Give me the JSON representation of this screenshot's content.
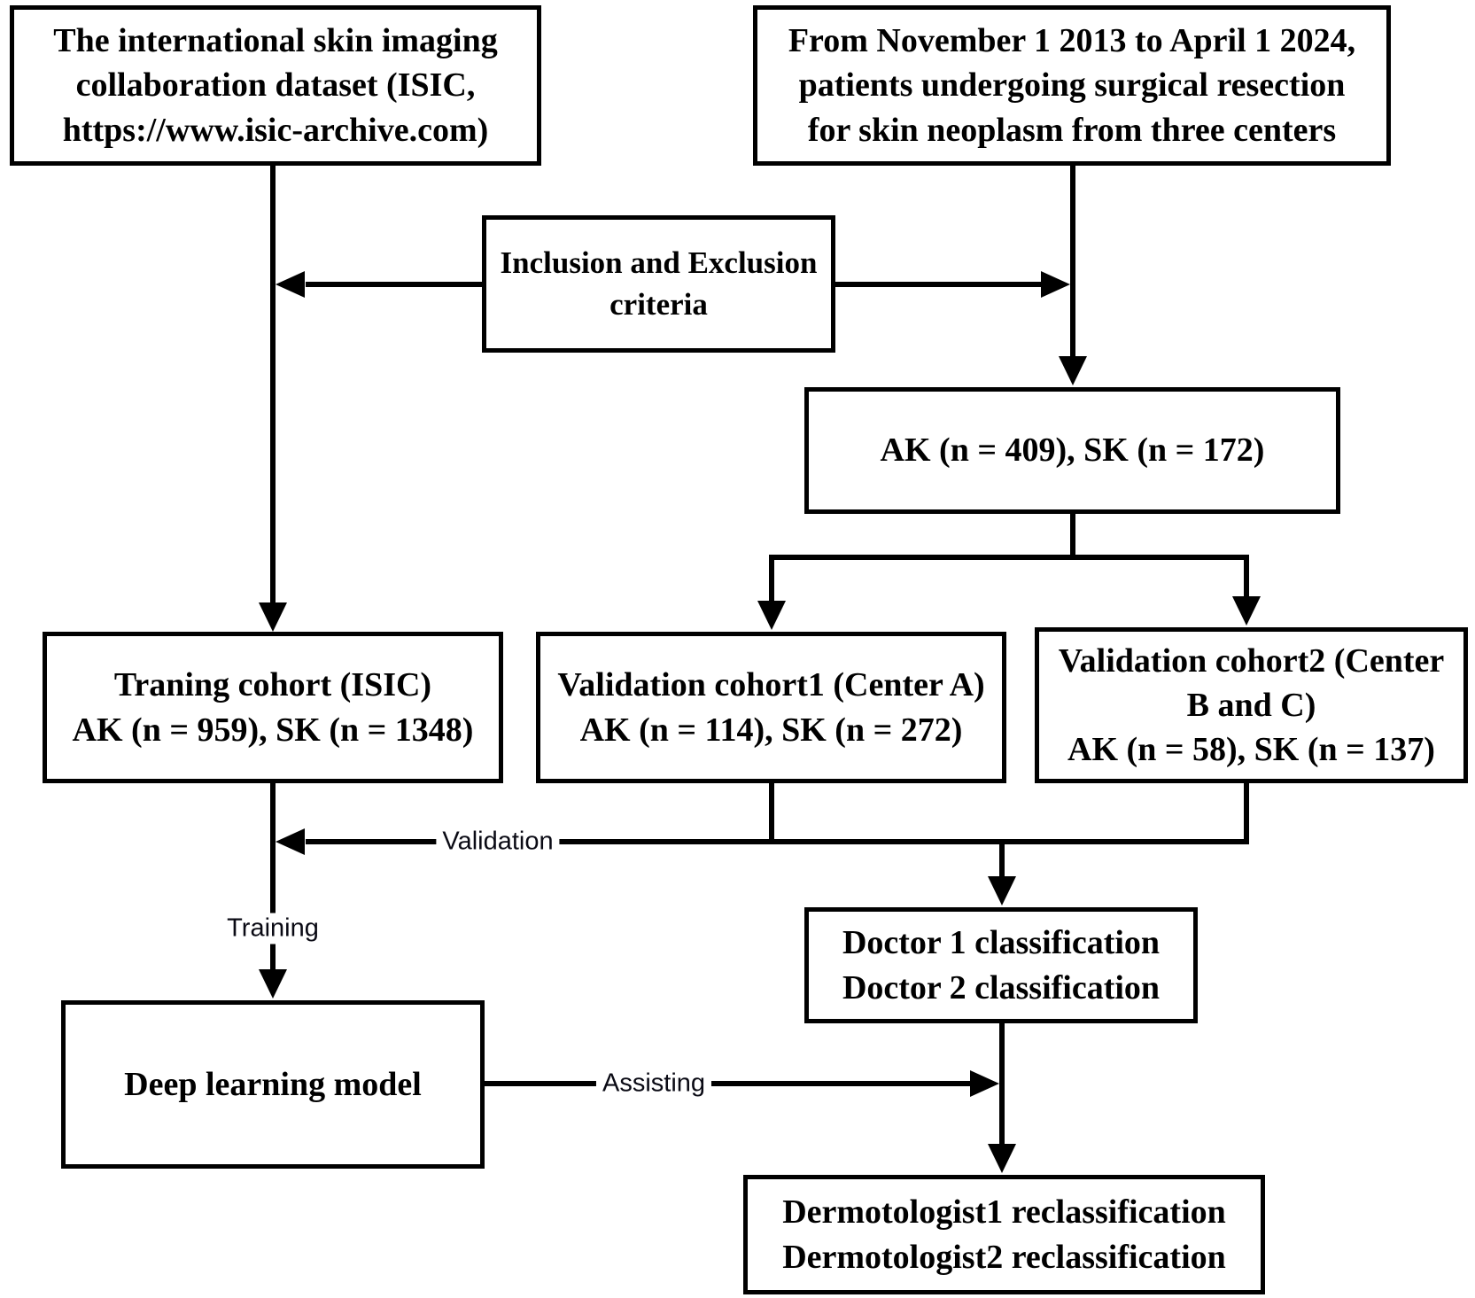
{
  "diagram": {
    "boxes": {
      "isic_dataset": {
        "lines": [
          "The international skin imaging",
          "collaboration dataset (ISIC,",
          "https://www.isic-archive.com)"
        ]
      },
      "three_centers": {
        "lines": [
          "From November 1 2013 to April 1 2024,",
          "patients undergoing surgical resection",
          "for skin neoplasm from three centers"
        ]
      },
      "criteria": {
        "lines": [
          "Inclusion and Exclusion",
          "criteria"
        ]
      },
      "ak_sk_total": {
        "lines": [
          "AK (n = 409), SK (n = 172)"
        ]
      },
      "training_cohort": {
        "lines": [
          "Traning cohort (ISIC)",
          "AK (n = 959), SK (n = 1348)"
        ]
      },
      "validation_cohort1": {
        "lines": [
          "Validation cohort1 (Center A)",
          "AK (n = 114), SK (n = 272)"
        ]
      },
      "validation_cohort2": {
        "lines": [
          "Validation cohort2 (Center",
          "B and C)",
          "AK (n = 58), SK (n = 137)"
        ]
      },
      "doctor_classification": {
        "lines": [
          "Doctor 1 classification",
          "Doctor 2 classification"
        ]
      },
      "deep_learning_model": {
        "lines": [
          "Deep learning model"
        ]
      },
      "dermatologist_reclassification": {
        "lines": [
          "Dermotologist1 reclassification",
          "Dermotologist2 reclassification"
        ]
      }
    },
    "edge_labels": {
      "validation": "Validation",
      "training": "Training",
      "assisting": "Assisting"
    },
    "colors": {
      "line": "#000000",
      "box_border": "#000000",
      "box_fill": "#ffffff",
      "text": "#000000",
      "background": "#ffffff"
    }
  }
}
